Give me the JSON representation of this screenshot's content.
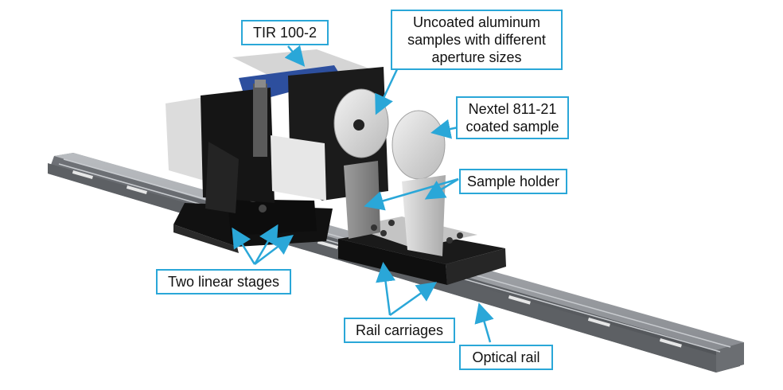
{
  "labels": {
    "tir": "TIR 100-2",
    "uncoated": [
      "Uncoated aluminum",
      "samples with different",
      "aperture sizes"
    ],
    "nextel": [
      "Nextel 811-21",
      "coated sample"
    ],
    "sample_holder": "Sample holder",
    "linear_stages": "Two linear stages",
    "rail_carriages": "Rail carriages",
    "optical_rail": "Optical rail"
  },
  "colors": {
    "callout_border": "#2aa7d8",
    "arrow": "#2aa7d8",
    "rail": "#8e9196",
    "instrument_body": "#1b1b1b",
    "detector_window": "#2d4f9e",
    "sample_disk": "#d9d9d9"
  }
}
